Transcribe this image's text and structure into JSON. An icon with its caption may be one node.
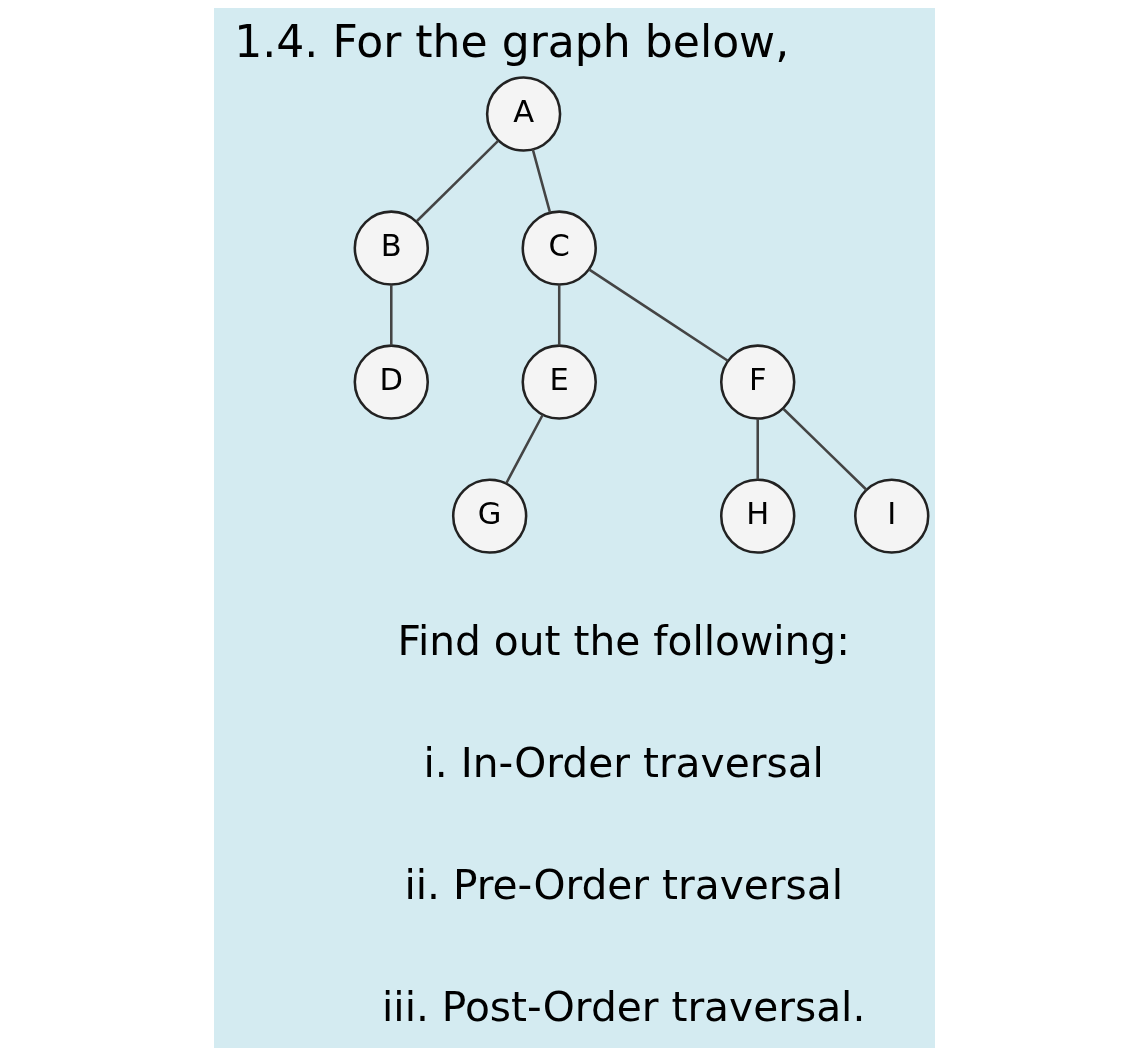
{
  "diagram": {
    "title": "1.4. For the graph below,",
    "nodes": [
      {
        "text": [
          "A"
        ]
      },
      {
        "text": [
          "B"
        ]
      },
      {
        "text": [
          "C"
        ]
      },
      {
        "text": [
          "D"
        ]
      },
      {
        "text": [
          "E"
        ]
      },
      {
        "text": [
          "F"
        ]
      },
      {
        "text": [
          "G"
        ]
      },
      {
        "text": [
          "H"
        ]
      },
      {
        "text": [
          "I"
        ]
      }
    ],
    "edges": [
      {
        "from": 0,
        "to": 1,
        "arrow": "none"
      },
      {
        "from": 0,
        "to": 2,
        "arrow": "none"
      },
      {
        "from": 1,
        "to": 3,
        "arrow": "none"
      },
      {
        "from": 2,
        "to": 4,
        "arrow": "none"
      },
      {
        "from": 2,
        "to": 5,
        "arrow": "none"
      },
      {
        "from": 4,
        "to": 6,
        "arrow": "none"
      },
      {
        "from": 5,
        "to": 7,
        "arrow": "none"
      },
      {
        "from": 5,
        "to": 8,
        "arrow": "none"
      }
    ],
    "labels": [
      "Find out the following:",
      "i. In-Order traversal",
      "ii. Pre-Order traversal",
      "iii. Post-Order traversal."
    ]
  }
}
